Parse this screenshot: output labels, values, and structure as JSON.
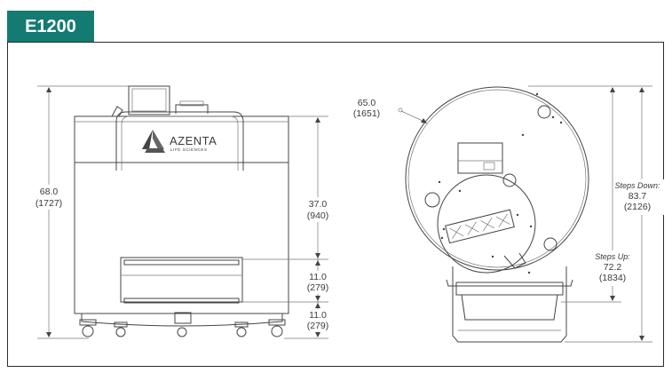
{
  "header": {
    "model": "E1200"
  },
  "brand": {
    "name": "AZENTA",
    "subline": "LIFE SCIENCES"
  },
  "front_view": {
    "overall_height": {
      "in": "68.0",
      "mm": "(1727)"
    },
    "upper_height": {
      "in": "37.0",
      "mm": "(940)"
    },
    "middle_height": {
      "in": "11.0",
      "mm": "(279)"
    },
    "lower_height": {
      "in": "11.0",
      "mm": "(279)"
    }
  },
  "top_view": {
    "diameter": {
      "in": "65.0",
      "mm": "(1651)"
    },
    "steps_down": {
      "label": "Steps Down:",
      "in": "83.7",
      "mm": "(2126)"
    },
    "steps_up": {
      "label": "Steps Up:",
      "in": "72.2",
      "mm": "(1834)"
    }
  },
  "colors": {
    "accent": "#147b72",
    "line": "#444444"
  }
}
